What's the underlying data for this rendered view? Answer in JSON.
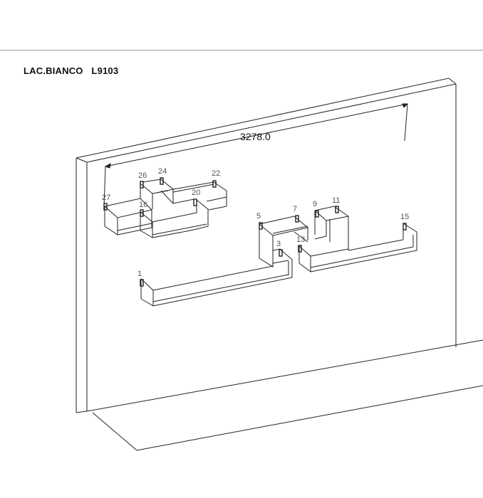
{
  "header": {
    "finish": "LAC.BIANCO",
    "code": "L9103"
  },
  "dimension": {
    "width_label": "3278.0"
  },
  "connector_labels": {
    "n1": "1",
    "n3": "3",
    "n5": "5",
    "n7": "7",
    "n9": "9",
    "n11": "11",
    "n13": "13",
    "n15": "15",
    "n16": "16",
    "n20": "20",
    "n22": "22",
    "n24": "24",
    "n26": "26",
    "n27": "27"
  }
}
